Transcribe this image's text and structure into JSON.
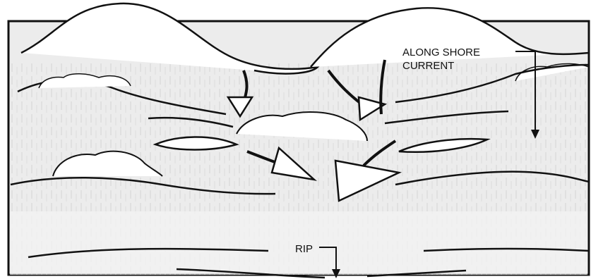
{
  "diagram": {
    "labels": {
      "along_shore_line1": "ALONG SHORE",
      "along_shore_line2": "CURRENT",
      "rip": "RIP"
    },
    "colors": {
      "ink": "#111111",
      "water": "#e9e9e9",
      "wave_fill": "#ffffff",
      "streak": "#c9c9c9"
    }
  }
}
